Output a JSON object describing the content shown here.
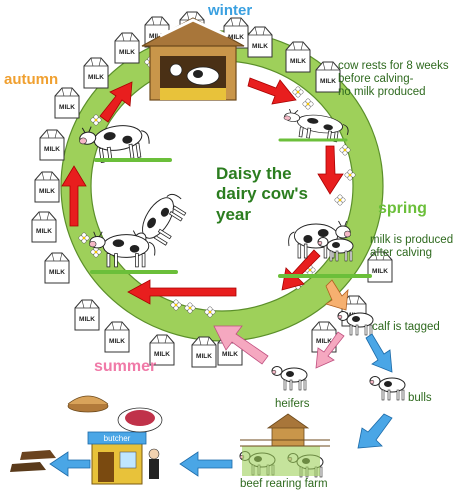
{
  "title_lines": [
    "Daisy the",
    "dairy cow's",
    "year"
  ],
  "seasons": {
    "winter": "winter",
    "spring": "spring",
    "summer": "summer",
    "autumn": "autumn"
  },
  "colors": {
    "winter": "#3aa0e0",
    "spring": "#6bbf3a",
    "summer": "#f07aa8",
    "autumn": "#f0a030",
    "ring": "#9ed05a",
    "arrow": "#e81e1e",
    "notes": "#2f6a1f",
    "blue_arrow": "#4aa6e6"
  },
  "notes": {
    "rest": [
      "cow rests for 8 weeks",
      "before calving-",
      "no milk produced"
    ],
    "milk": [
      "milk is produced",
      "after calving"
    ],
    "calf": "calf is tagged",
    "heifers": "heifers",
    "bulls": "bulls",
    "farm": "beef rearing farm"
  },
  "carton_text": "MILK",
  "butcher_sign": "butcher",
  "icons": [
    "milk-carton-icon",
    "cow-icon",
    "calf-icon",
    "barn-icon",
    "butcher-shop-icon",
    "pie-icon",
    "steak-icon",
    "shoes-icon"
  ]
}
